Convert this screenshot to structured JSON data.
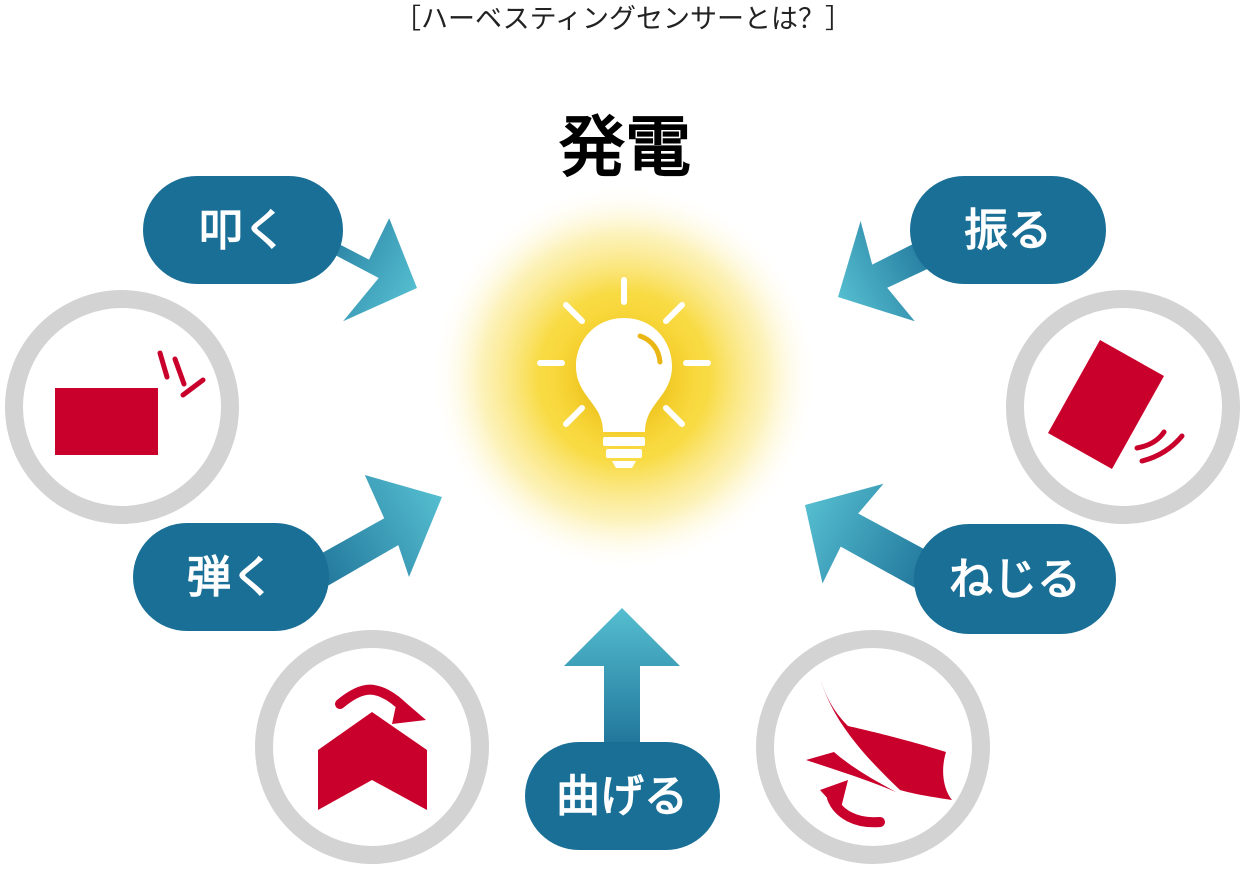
{
  "title": "［ハーベスティングセンサーとは？］",
  "center_label": "発電",
  "actions": [
    {
      "id": "tap",
      "label": "叩く"
    },
    {
      "id": "shake",
      "label": "振る"
    },
    {
      "id": "flick",
      "label": "弾く"
    },
    {
      "id": "twist",
      "label": "ねじる"
    },
    {
      "id": "bend",
      "label": "曲げる"
    }
  ],
  "icons": [
    "lightbulb-icon",
    "tap-icon",
    "shake-icon",
    "flick-icon",
    "twist-icon",
    "bend-icon"
  ],
  "colors": {
    "pill": "#1a6f96",
    "arrow_light": "#55bed0",
    "arrow_dark": "#1b6e95",
    "icon_red": "#c9002b",
    "ring_gray": "#d3d3d3",
    "glow_yellow": "#f8d93a"
  }
}
